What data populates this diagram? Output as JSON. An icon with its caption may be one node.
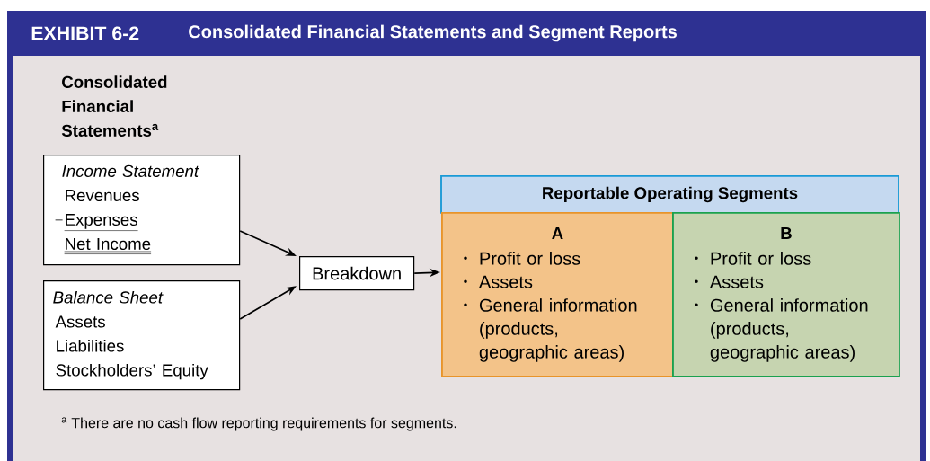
{
  "diagram": {
    "title": "Consolidated Financial Statements and Segment Reports",
    "nodes": [
      {
        "text": [
          "Income Statement",
          "Revenues",
          "Expenses",
          "Net Income"
        ]
      },
      {
        "text": [
          "Balance Sheet",
          "Assets",
          "Liabilities",
          "Stockholders’ Equity"
        ]
      },
      {
        "text": [
          "Breakdown"
        ]
      },
      {
        "text": [
          "Reportable Operating Segments"
        ]
      },
      {
        "text": [
          "A",
          "Profit or loss",
          "Assets",
          "General information (products, geographic areas)"
        ]
      },
      {
        "text": [
          "B",
          "Profit or loss",
          "Assets",
          "General information (products, geographic areas)"
        ]
      }
    ],
    "edges": [
      {
        "from": 0,
        "to": 2,
        "arrow": "to"
      },
      {
        "from": 1,
        "to": 2,
        "arrow": "to"
      },
      {
        "from": 2,
        "to": 4,
        "arrow": "to"
      }
    ],
    "labels": [
      "EXHIBIT 6-2",
      "Consolidated Financial Statements$^{a}$",
      "$^{a}$ There are no cash flow reporting requirements for segments."
    ]
  }
}
